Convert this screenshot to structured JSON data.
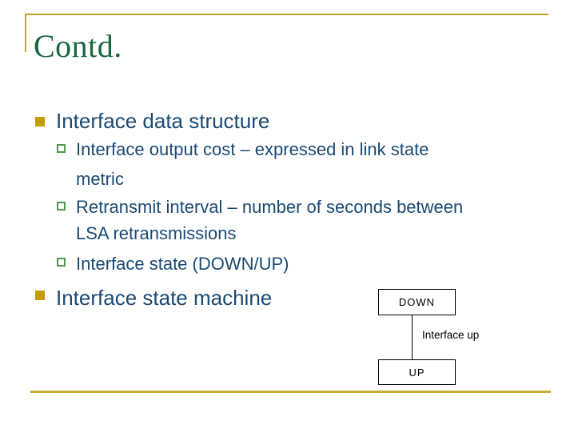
{
  "colors": {
    "title_green": "#17683B",
    "body_navy": "#1B4A73",
    "accent_gold_rule": "#C2A32E",
    "bullet_gold_fill": "#C49B00",
    "bullet_green_outline": "#4E9A50",
    "diagram_black": "#000000",
    "background": "#FFFFFF"
  },
  "slide": {
    "title": "Contd.",
    "bullets": [
      {
        "text": "Interface data structure",
        "subitems": [
          {
            "lines": [
              "Interface output cost – expressed in link state",
              "metric"
            ]
          },
          {
            "lines": [
              "Retransmit interval – number of seconds between",
              "LSA retransmissions"
            ]
          },
          {
            "lines": [
              "Interface state (DOWN/UP)"
            ]
          }
        ]
      },
      {
        "text": "Interface state machine",
        "subitems": []
      }
    ],
    "diagram": {
      "top_state": "DOWN",
      "bottom_state": "UP",
      "transition_label": "Interface up"
    }
  }
}
